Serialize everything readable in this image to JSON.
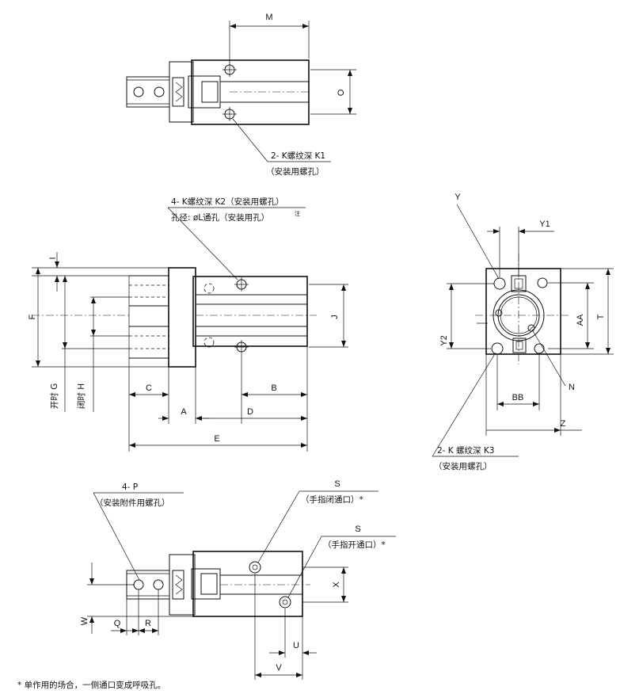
{
  "top_view": {
    "dim_m": "M",
    "dim_o": "O",
    "callout_line1": "2- K螺纹深 K1",
    "callout_line2": "（安装用螺孔）"
  },
  "side_view": {
    "callout_line1": "4- K螺纹深 K2（安装用螺孔）",
    "callout_line2": "孔径: øL通孔（安装用孔）",
    "callout_note": "注",
    "dim_i": "I",
    "dim_f": "F",
    "dim_j": "J",
    "dim_g": "开时 G",
    "dim_h": "闭时 H",
    "dim_c": "C",
    "dim_b": "B",
    "dim_a": "A",
    "dim_d": "D",
    "dim_e": "E"
  },
  "end_view": {
    "dim_y": "Y",
    "dim_y1": "Y1",
    "dim_y2": "Y2",
    "dim_aa": "AA",
    "dim_t": "T",
    "dim_bb": "BB",
    "dim_n": "N",
    "dim_z": "Z",
    "callout_line1": "2- K 螺纹深 K3",
    "callout_line2": "（安装用螺孔）"
  },
  "bottom_view": {
    "callout_p_line1": "4- P",
    "callout_p_line2": "（安装附件用螺孔）",
    "port_closed_letter": "S",
    "port_closed_text": "（手指闭通口）*",
    "port_open_letter": "S",
    "port_open_text": "（手指开通口）*",
    "dim_x": "X",
    "dim_w": "W",
    "dim_q": "Q",
    "dim_r": "R",
    "dim_u": "U",
    "dim_v": "V"
  },
  "footnote": "* 单作用的场合，一侧通口变成呼吸孔。"
}
